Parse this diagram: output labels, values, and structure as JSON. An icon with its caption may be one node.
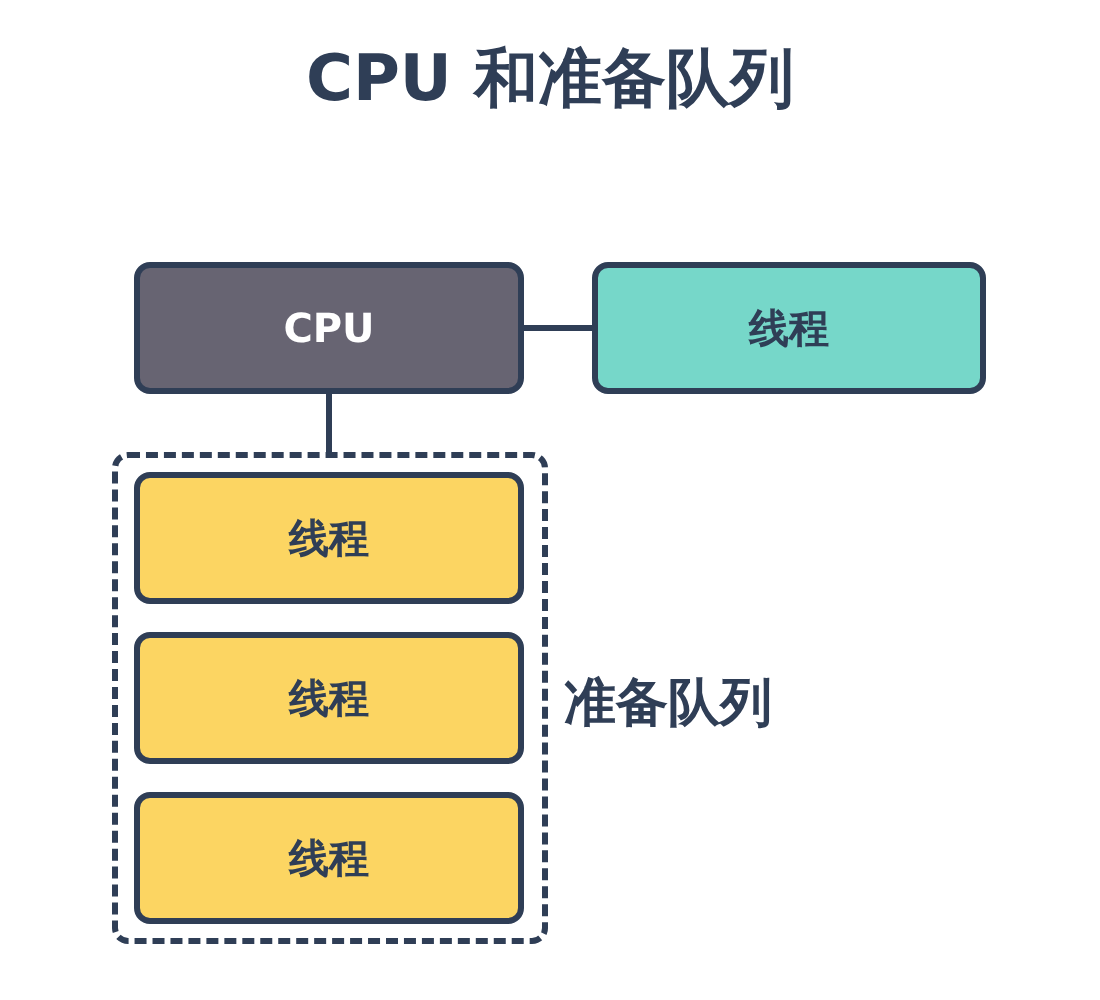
{
  "diagram": {
    "title": "CPU 和准备队列",
    "nodes": [
      {
        "text": [
          "CPU"
        ]
      },
      {
        "text": [
          "线程"
        ]
      },
      {
        "text": [
          "准备队列"
        ]
      },
      {
        "text": [
          "线程"
        ],
        "in": 2
      },
      {
        "text": [
          "线程"
        ],
        "in": 2
      },
      {
        "text": [
          "线程"
        ],
        "in": 2
      }
    ],
    "edges": [
      {
        "from": 0,
        "to": 1,
        "arrow": "none"
      },
      {
        "from": 0,
        "to": 2,
        "arrow": "none"
      }
    ]
  }
}
